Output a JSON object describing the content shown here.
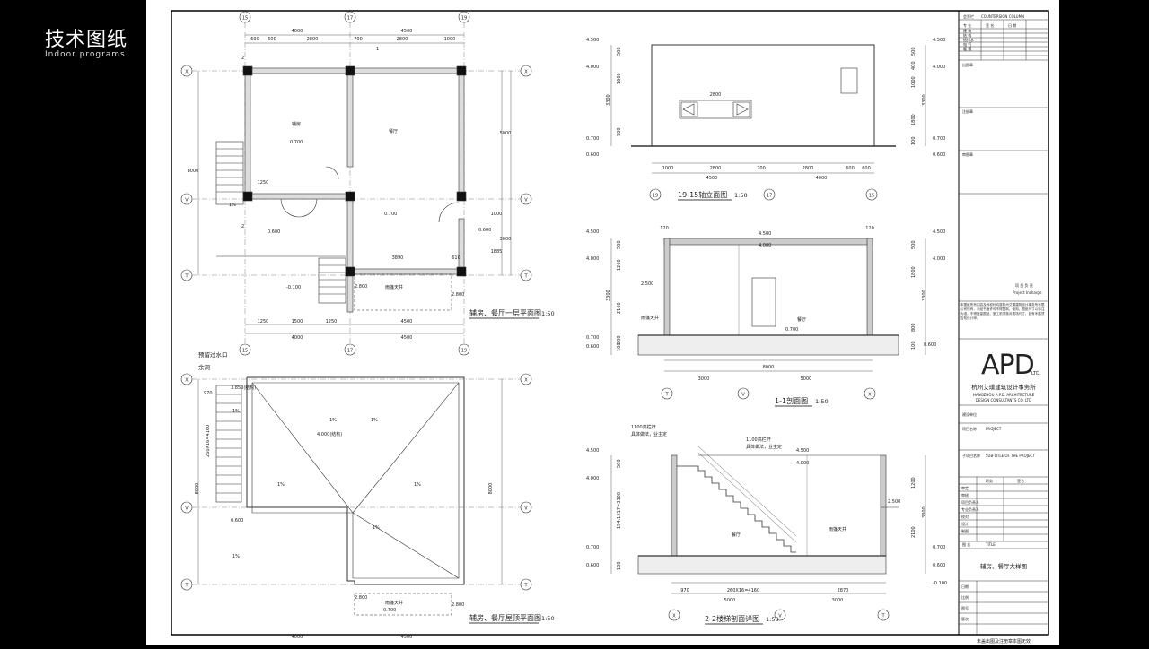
{
  "header": {
    "title": "技术图纸",
    "subtitle": "Indoor programs"
  },
  "drawing": {
    "grid_labels": [
      "15",
      "17",
      "19",
      "X",
      "V",
      "T"
    ],
    "plan1": {
      "title": "辅房、餐厅一层平面图",
      "scale": "1:50",
      "rooms": [
        "辅房",
        "餐厅"
      ],
      "elevations": [
        "0.700",
        "0.700",
        "0.600",
        "0.600",
        "-0.100",
        "2.800",
        "2.800"
      ],
      "top_dims": [
        "4000",
        "4500",
        "600",
        "600",
        "2800",
        "700",
        "2800",
        "1000"
      ],
      "bottom_dims": [
        "1250",
        "1500",
        "1250",
        "4500",
        "4000",
        "4500"
      ],
      "right_dims": [
        "5000",
        "1000",
        "3000",
        "1885"
      ],
      "left_dims": [
        "8000"
      ],
      "misc_dims": [
        "1250",
        "3890",
        "610"
      ],
      "section_marks": [
        "1",
        "2",
        "2"
      ],
      "notes": [
        "雨篷天井"
      ],
      "slope": "1%"
    },
    "roof": {
      "title": "辅房、餐厅屋顶平面图",
      "scale": "1:50",
      "notes": [
        "预留过水口",
        "余洞",
        "雨篷天井"
      ],
      "elevations": [
        "3.850(结构)",
        "4.000(结构)",
        "0.600",
        "2.800",
        "0.700",
        "2.800"
      ],
      "slopes": [
        "1%",
        "1%",
        "1%",
        "1%",
        "1%",
        "1%",
        "1%"
      ],
      "dims": [
        "970",
        "260X16=4160",
        "8000",
        "8000",
        "4000",
        "4500"
      ]
    },
    "elev": {
      "title": "19-15轴立面图",
      "scale": "1:50",
      "levels": [
        "4.500",
        "4.000",
        "0.700",
        "0.600"
      ],
      "dims_bottom": [
        "1000",
        "2800",
        "700",
        "2800",
        "600",
        "600",
        "4500",
        "4000"
      ],
      "left_dims": [
        "500",
        "1600",
        "3300",
        "900"
      ],
      "right_dims": [
        "500",
        "400",
        "1000",
        "3300",
        "1800",
        "100"
      ],
      "window": "2800"
    },
    "sec1": {
      "title": "1-1剖面图",
      "scale": "1:50",
      "levels": [
        "4.500",
        "4.000",
        "2.500",
        "0.700",
        "0.600",
        "0.700",
        "4.500",
        "4.000"
      ],
      "dims": [
        "8000",
        "3000",
        "5000",
        "120",
        "120"
      ],
      "left_dims": [
        "500",
        "1200",
        "3300",
        "2100",
        "800",
        "100"
      ],
      "right_dims": [
        "500",
        "1800",
        "3300",
        "800",
        "100"
      ],
      "labels": [
        "雨篷天井",
        "餐厅"
      ]
    },
    "sec2": {
      "title": "2-2楼梯剖面详图",
      "scale": "1:50",
      "levels": [
        "4.500",
        "4.000",
        "0.700",
        "0.600",
        "4.500",
        "4.000",
        "2.500",
        "0.700",
        "0.600",
        "-0.100"
      ],
      "notes": [
        "1100高栏杆",
        "具体做法，业主定"
      ],
      "labels": [
        "餐厅",
        "雨篷天井"
      ],
      "dims": [
        "970",
        "260X16=4160",
        "2870",
        "5000",
        "3000"
      ],
      "left_dims": [
        "500",
        "194.1X17=3300",
        "1200",
        "3300",
        "2100",
        "100"
      ]
    }
  },
  "titleblock": {
    "header_rows": [
      "会签栏",
      "COUNTERSIGN COLUMN",
      "专 业",
      "签 名",
      "日 期",
      "建 筑",
      "结 构",
      "给排水",
      "电 气",
      "暖 通"
    ],
    "fields": [
      "出图章",
      "注册章",
      "审图章"
    ],
    "note_head": "项 目 负 责",
    "note_sub": "Project Incharge",
    "note_text": "本图纸所有内容及其权利均属杭州艾璞建筑设计事务所有限公司所有，未经书面许可不得复制、使用。图纸尺寸以标注为准，不得度量图纸。施工前须核对现场尺寸，如有矛盾须告知设计师。",
    "logo_main": "APD",
    "logo_sub": "LTD.",
    "company_cn": "杭州艾璞建筑设计事务所",
    "company_en_1": "HANGZHOU A.P.D. ARCHITECTURE",
    "company_en_2": "DESIGN CONSULTANTS CO. LTD",
    "client_label": "建设单位",
    "project_label": "项目名称",
    "project_en": "PROJECT",
    "subproject_label": "子项目名称",
    "subproject_en": "SUB-TITLE OF THE PROJECT",
    "sign_rows": [
      "审定",
      "审核",
      "项目负责人",
      "专业负责人",
      "校对",
      "设计",
      "制图"
    ],
    "sign_head": "职务",
    "sign_head2": "签名",
    "drawing_name_label": "图 名",
    "drawing_name_en": "TITLE",
    "drawing_name": "辅房、餐厅大样图",
    "bottom_rows": [
      "日期",
      "比例",
      "图号",
      "版次"
    ],
    "footer_note": "未盖出图及注册章本图无效"
  }
}
